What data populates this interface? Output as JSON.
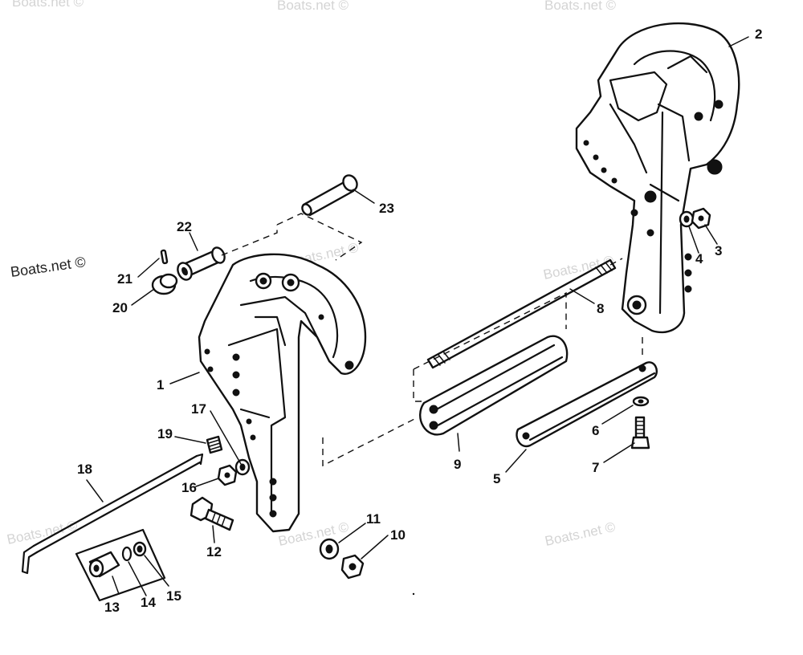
{
  "watermarks": {
    "main": "Boats.net ©",
    "faint": "Boats.net ©"
  },
  "callouts": [
    "1",
    "2",
    "3",
    "4",
    "5",
    "6",
    "7",
    "8",
    "9",
    "10",
    "11",
    "12",
    "13",
    "14",
    "15",
    "16",
    "17",
    "18",
    "19",
    "20",
    "21",
    "22",
    "23"
  ]
}
